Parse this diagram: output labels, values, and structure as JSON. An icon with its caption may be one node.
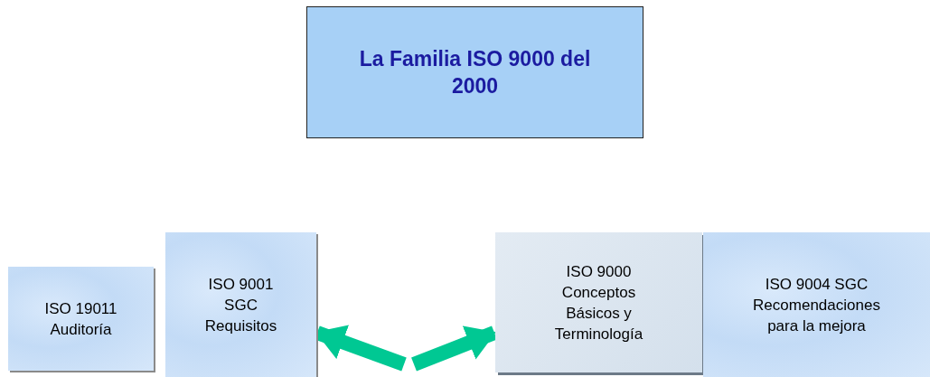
{
  "diagram": {
    "nodes": [
      {
        "text": [
          "La Familia ISO 9000 del 2000"
        ]
      },
      {
        "text": [
          "ISO 19011 Auditoría"
        ]
      },
      {
        "text": [
          "ISO 9001 SGC Requisitos"
        ]
      },
      {
        "text": [
          "ISO 9000 Conceptos Básicos y Terminología"
        ]
      },
      {
        "text": [
          "ISO 9004 SGC Recomendaciones para la mejora"
        ]
      }
    ],
    "edges": [
      {
        "from": null,
        "to": 2,
        "arrow": "to"
      },
      {
        "from": null,
        "to": 3,
        "arrow": "to"
      }
    ]
  }
}
